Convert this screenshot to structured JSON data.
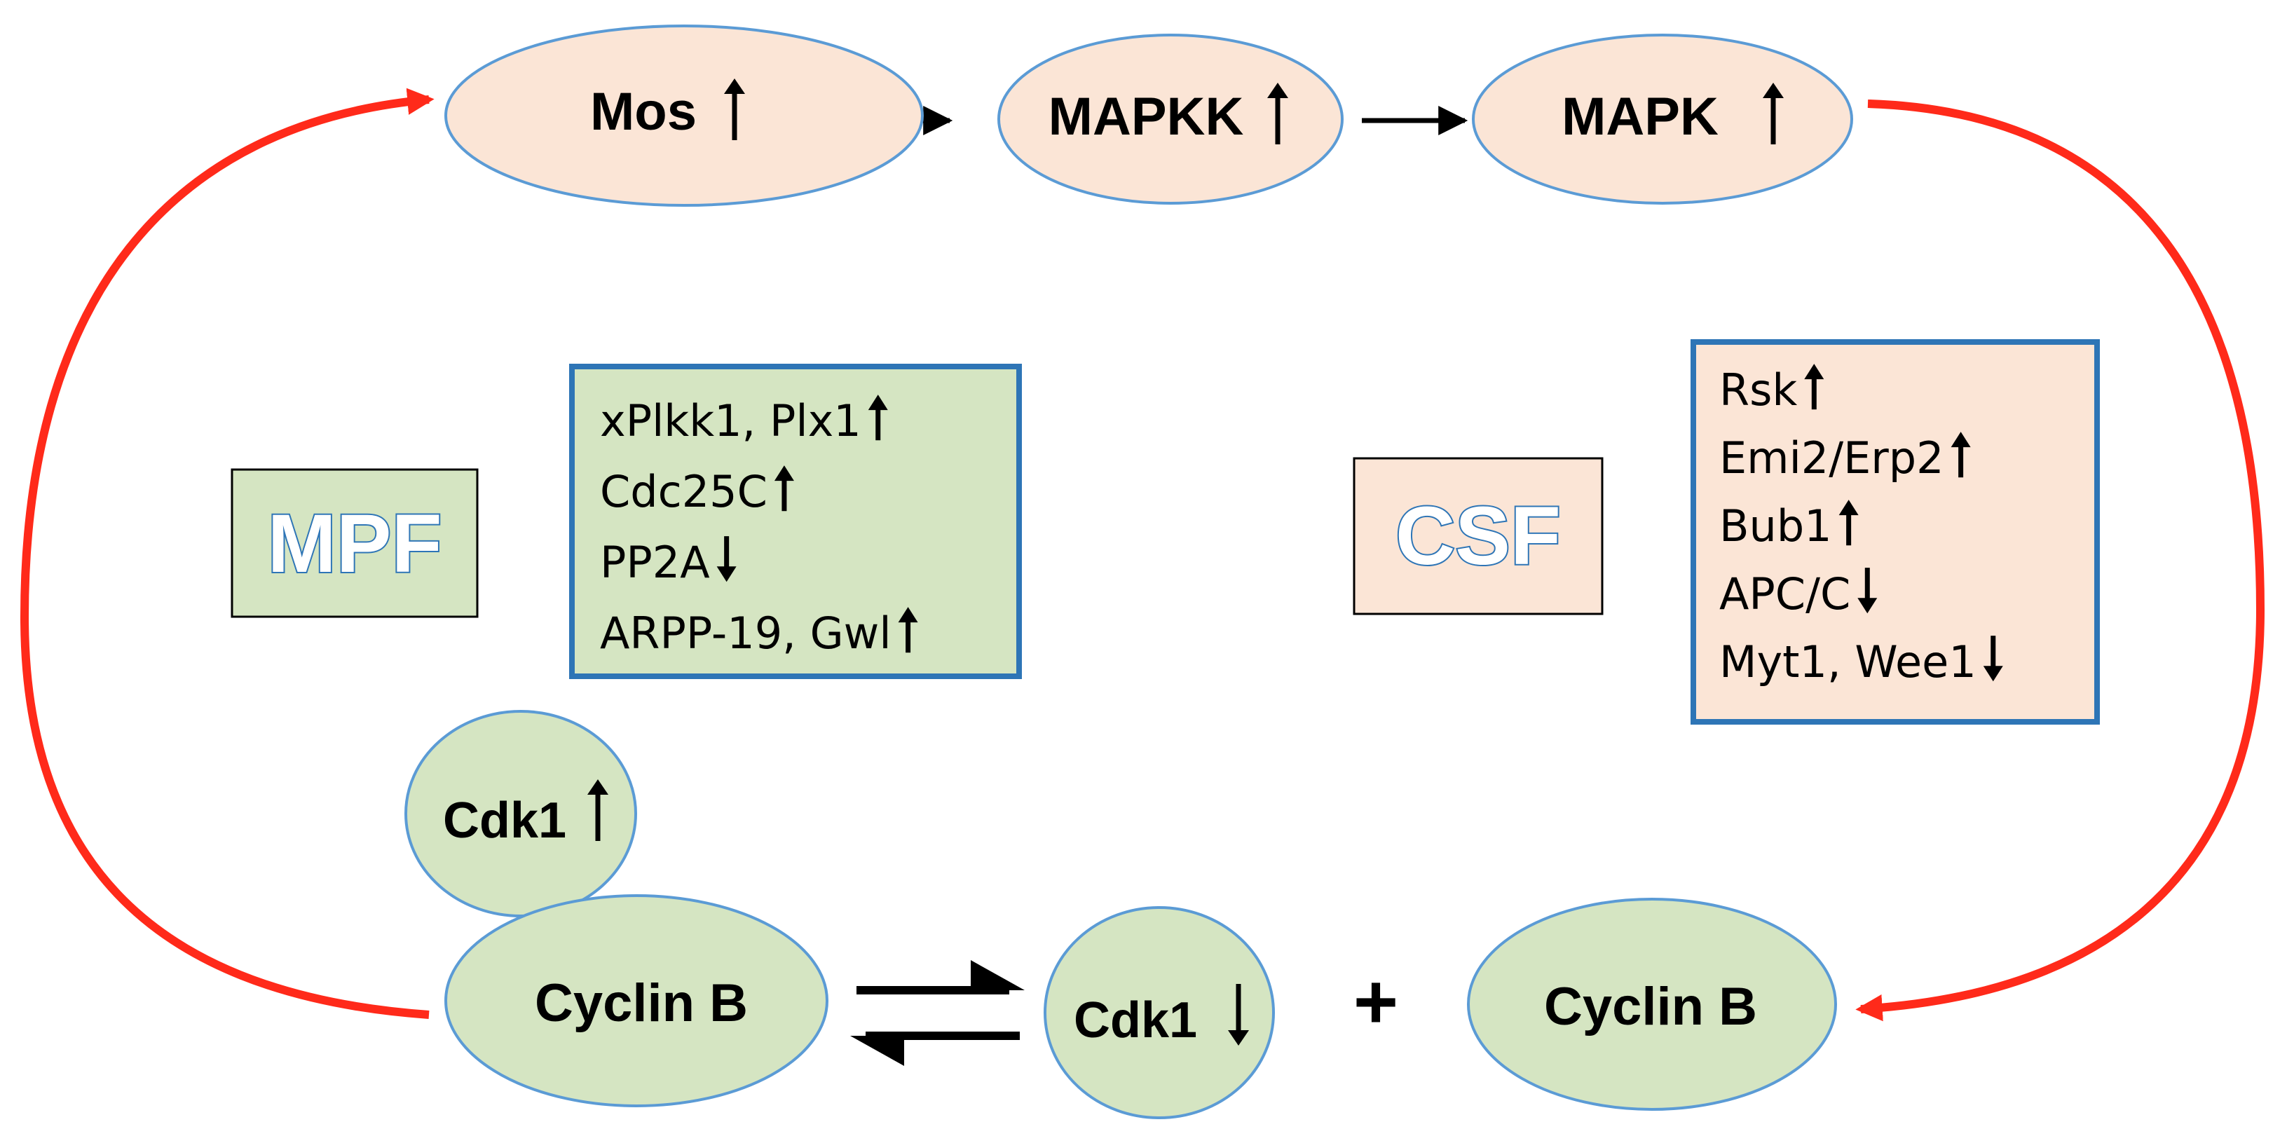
{
  "colors": {
    "peach_fill": "#fbe5d6",
    "green_fill": "#d5e5c2",
    "node_stroke": "#5b9bd5",
    "box_stroke": "#2e75b6",
    "feedback_arrow": "#ff2a1a",
    "arrow": "#000000"
  },
  "mapk_cascade": {
    "mos": "Mos",
    "mapkk": "MAPKK",
    "mapk": "MAPK",
    "direction_icon": "up-arrow-icon"
  },
  "mpf": {
    "label": "MPF",
    "regulators": [
      {
        "text": "xPlkk1, Plx1",
        "direction": "up"
      },
      {
        "text": "Cdc25C",
        "direction": "up"
      },
      {
        "text": "PP2A",
        "direction": "down"
      },
      {
        "text": "ARPP-19, Gwl",
        "direction": "up"
      }
    ]
  },
  "csf": {
    "label": "CSF",
    "regulators": [
      {
        "text": "Rsk",
        "direction": "up"
      },
      {
        "text": "Emi2/Erp2",
        "direction": "up"
      },
      {
        "text": "Bub1",
        "direction": "up"
      },
      {
        "text": "APC/C",
        "direction": "down"
      },
      {
        "text": "Myt1, Wee1",
        "direction": "down"
      }
    ]
  },
  "complex": {
    "cdk1_active": "Cdk1",
    "cdk1_active_direction": "up",
    "cyclin_b_bound": "Cyclin B",
    "cdk1_free": "Cdk1",
    "cdk1_free_direction": "down",
    "plus": "+",
    "cyclin_b_free": "Cyclin B"
  }
}
